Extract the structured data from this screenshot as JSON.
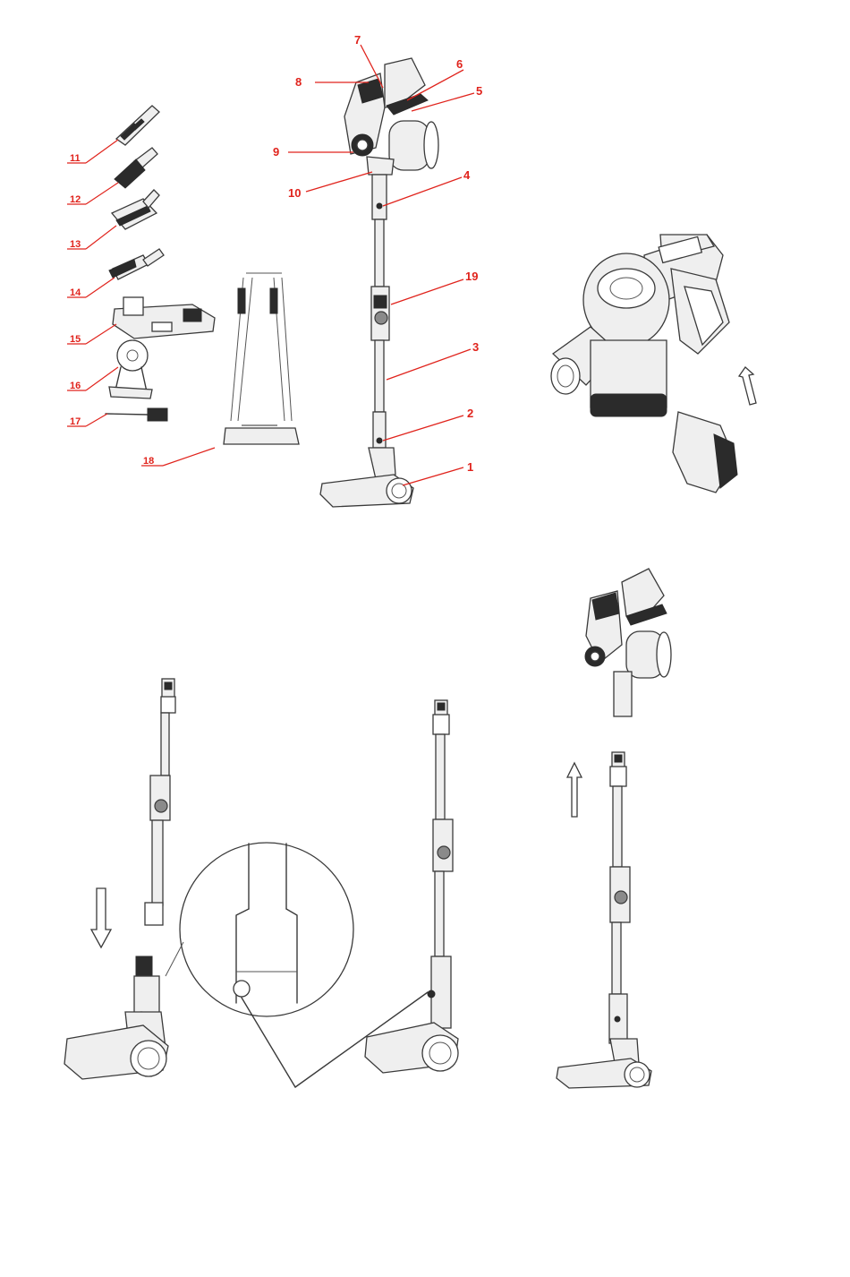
{
  "diagram": {
    "accent_color": "#e0231c",
    "main_callouts": [
      {
        "id": "7",
        "label": "7"
      },
      {
        "id": "8",
        "label": "8"
      },
      {
        "id": "6",
        "label": "6"
      },
      {
        "id": "5",
        "label": "5"
      },
      {
        "id": "9",
        "label": "9"
      },
      {
        "id": "10",
        "label": "10"
      },
      {
        "id": "4",
        "label": "4"
      },
      {
        "id": "19",
        "label": "19"
      },
      {
        "id": "3",
        "label": "3"
      },
      {
        "id": "2",
        "label": "2"
      },
      {
        "id": "1",
        "label": "1"
      }
    ],
    "accessory_callouts": [
      {
        "id": "11",
        "label": "11"
      },
      {
        "id": "12",
        "label": "12"
      },
      {
        "id": "13",
        "label": "13"
      },
      {
        "id": "14",
        "label": "14"
      },
      {
        "id": "15",
        "label": "15"
      },
      {
        "id": "16",
        "label": "16"
      },
      {
        "id": "17",
        "label": "17"
      },
      {
        "id": "18",
        "label": "18"
      }
    ],
    "icons": [
      "vacuum-handheld-unit",
      "extension-tube",
      "floor-brush",
      "battery-pack",
      "wall-charging-base",
      "direction-arrow"
    ]
  }
}
